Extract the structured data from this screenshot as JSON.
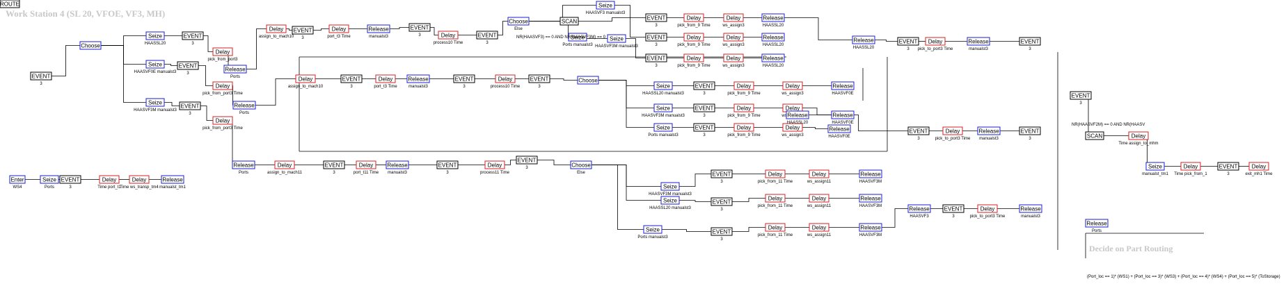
{
  "diagram": {
    "title": "Work Station 4 (SL 20, VFOE, VF3, MH)",
    "section_label": "Decide on Part Routing",
    "route_label": "ROUTE",
    "route_formula": "(Port_loc == 1)* (WS1) + (Port_loc == 3)* (WS3) + (Port_loc == 4)* (WS4) + (Port_loc == 5)* (ToStorage)",
    "scan_condition_1": "NR(HAASVF3) == 0 AND NR(HAASVF3M) == 0",
    "scan_condition_2": "NR(HAASVF2M) == 0 AND NR(HAASV",
    "port_loc_label": "Port_loc"
  },
  "colors": {
    "seize": "#1b1bd6",
    "delay": "#d62020",
    "release": "#1b1bd6",
    "event": "#000000",
    "choose": "#1b1bd6",
    "enter": "#1b1bd6",
    "scan": "#000000",
    "route": "#000000"
  },
  "blocks": [
    {
      "type": "enter",
      "label": "Enter",
      "sub": "WS4"
    },
    {
      "type": "seize",
      "label": "Seize",
      "sub": "Ports"
    },
    {
      "type": "event",
      "label": "EVENT",
      "sub": "3"
    },
    {
      "type": "delay",
      "label": "Delay",
      "sub": "Time port_t1"
    },
    {
      "type": "delay",
      "label": "Delay",
      "sub": "Time ws_transp_tm4"
    },
    {
      "type": "release",
      "label": "Release",
      "sub": "manualst_tm1"
    },
    {
      "type": "event",
      "label": "EVENT",
      "sub": "3"
    },
    {
      "type": "choose",
      "label": "Choose",
      "sub": ""
    },
    {
      "type": "seize",
      "label": "Seize",
      "sub": "HAASSL20"
    },
    {
      "type": "event",
      "label": "EVENT",
      "sub": "3"
    },
    {
      "type": "seize",
      "label": "Seize",
      "sub": "HAASVF0E manualst3"
    },
    {
      "type": "event",
      "label": "EVENT",
      "sub": "3"
    },
    {
      "type": "seize",
      "label": "Seize",
      "sub": "HAASVF3M manualst3"
    },
    {
      "type": "event",
      "label": "EVENT",
      "sub": "3"
    },
    {
      "type": "delay",
      "label": "Delay",
      "sub": "pick_from_port3"
    },
    {
      "type": "release",
      "label": "Release",
      "sub": "Ports"
    },
    {
      "type": "delay",
      "label": "Delay",
      "sub": "pick_from_port3 Time"
    },
    {
      "type": "release",
      "label": "Release",
      "sub": "Ports"
    },
    {
      "type": "delay",
      "label": "Delay",
      "sub": "pick_from_port3 Time"
    },
    {
      "type": "release",
      "label": "Release",
      "sub": "Ports"
    },
    {
      "type": "delay",
      "label": "Delay",
      "sub": "assign_to_mach10"
    },
    {
      "type": "event",
      "label": "EVENT",
      "sub": "3"
    },
    {
      "type": "delay",
      "label": "Delay",
      "sub": "port_t3 Time"
    },
    {
      "type": "release",
      "label": "Release",
      "sub": "manualst3"
    },
    {
      "type": "event",
      "label": "EVENT",
      "sub": "3"
    },
    {
      "type": "delay",
      "label": "Delay",
      "sub": "process10 Time"
    },
    {
      "type": "event",
      "label": "EVENT",
      "sub": "3"
    },
    {
      "type": "choose",
      "label": "Choose",
      "sub": "Else"
    },
    {
      "type": "scan",
      "label": "SCAN",
      "sub": ""
    },
    {
      "type": "seize",
      "label": "Seize",
      "sub": "HAASVF3 manualst3"
    },
    {
      "type": "seize",
      "label": "Seize",
      "sub": "HAASVF3M manualst3"
    },
    {
      "type": "seize",
      "label": "Seize",
      "sub": "Ports manualst3"
    },
    {
      "type": "event",
      "label": "EVENT",
      "sub": "3"
    },
    {
      "type": "event",
      "label": "EVENT",
      "sub": "3"
    },
    {
      "type": "event",
      "label": "EVENT",
      "sub": "3"
    },
    {
      "type": "delay",
      "label": "Delay",
      "sub": "pick_from_9 Time"
    },
    {
      "type": "delay",
      "label": "Delay",
      "sub": "pick_from_9 Time"
    },
    {
      "type": "delay",
      "label": "Delay",
      "sub": "pick_from_9 Time"
    },
    {
      "type": "delay",
      "label": "Delay",
      "sub": "ws_assign3"
    },
    {
      "type": "delay",
      "label": "Delay",
      "sub": "ws_assign3"
    },
    {
      "type": "delay",
      "label": "Delay",
      "sub": "ws_assign3"
    },
    {
      "type": "release",
      "label": "Release",
      "sub": "HAASSL20"
    },
    {
      "type": "release",
      "label": "Release",
      "sub": "HAASSL20"
    },
    {
      "type": "release",
      "label": "Release",
      "sub": "HAASSL20"
    },
    {
      "type": "delay",
      "label": "Delay",
      "sub": "assign_to_mach10"
    },
    {
      "type": "event",
      "label": "EVENT",
      "sub": "3"
    },
    {
      "type": "delay",
      "label": "Delay",
      "sub": "port_t3 Time"
    },
    {
      "type": "release",
      "label": "Release",
      "sub": "manualst3"
    },
    {
      "type": "event",
      "label": "EVENT",
      "sub": "3"
    },
    {
      "type": "delay",
      "label": "Delay",
      "sub": "process10 Time"
    },
    {
      "type": "event",
      "label": "EVENT",
      "sub": "3"
    },
    {
      "type": "choose",
      "label": "Choose",
      "sub": ""
    },
    {
      "type": "seize",
      "label": "Seize",
      "sub": "HAASSL20 manualst3"
    },
    {
      "type": "seize",
      "label": "Seize",
      "sub": "HAASVF3M manualst3"
    },
    {
      "type": "seize",
      "label": "Seize",
      "sub": "Ports manualst3"
    },
    {
      "type": "event",
      "label": "EVENT",
      "sub": "3"
    },
    {
      "type": "event",
      "label": "EVENT",
      "sub": "3"
    },
    {
      "type": "event",
      "label": "EVENT",
      "sub": "3"
    },
    {
      "type": "delay",
      "label": "Delay",
      "sub": "pick_from_9 Time"
    },
    {
      "type": "delay",
      "label": "Delay",
      "sub": "pick_from_9 Time"
    },
    {
      "type": "delay",
      "label": "Delay",
      "sub": "pick_from_9 Time"
    },
    {
      "type": "delay",
      "label": "Delay",
      "sub": "ws_assign3"
    },
    {
      "type": "delay",
      "label": "Delay",
      "sub": "ws_assign3"
    },
    {
      "type": "delay",
      "label": "Delay",
      "sub": "ws_assign3"
    },
    {
      "type": "release",
      "label": "Release",
      "sub": "HAASVF0E"
    },
    {
      "type": "release",
      "label": "Release",
      "sub": "HAASVF0E"
    },
    {
      "type": "release",
      "label": "Release",
      "sub": "HAASVF0E"
    },
    {
      "type": "release",
      "label": "Release",
      "sub": "HAASSL20"
    },
    {
      "type": "event",
      "label": "EVENT",
      "sub": "3"
    },
    {
      "type": "delay",
      "label": "Delay",
      "sub": "pick_to_port3 Time"
    },
    {
      "type": "release",
      "label": "Release",
      "sub": "manualst3"
    },
    {
      "type": "event",
      "label": "EVENT",
      "sub": "3"
    },
    {
      "type": "delay",
      "label": "Delay",
      "sub": "assign_to_mach11"
    },
    {
      "type": "event",
      "label": "EVENT",
      "sub": "3"
    },
    {
      "type": "delay",
      "label": "Delay",
      "sub": "port_t11 Time"
    },
    {
      "type": "release",
      "label": "Release",
      "sub": "manualst3"
    },
    {
      "type": "event",
      "label": "EVENT",
      "sub": "3"
    },
    {
      "type": "delay",
      "label": "Delay",
      "sub": "process11 Time"
    },
    {
      "type": "event",
      "label": "EVENT",
      "sub": "3"
    },
    {
      "type": "choose",
      "label": "Choose",
      "sub": "Else"
    },
    {
      "type": "seize",
      "label": "Seize",
      "sub": "HAASVF3M manualst3"
    },
    {
      "type": "seize",
      "label": "Seize",
      "sub": "HAASSL20 manualst3"
    },
    {
      "type": "seize",
      "label": "Seize",
      "sub": "Ports manualst3"
    },
    {
      "type": "event",
      "label": "EVENT",
      "sub": "3"
    },
    {
      "type": "event",
      "label": "EVENT",
      "sub": "3"
    },
    {
      "type": "event",
      "label": "EVENT",
      "sub": "3"
    },
    {
      "type": "delay",
      "label": "Delay",
      "sub": "pick_from_11 Time"
    },
    {
      "type": "delay",
      "label": "Delay",
      "sub": "pick_from_11 Time"
    },
    {
      "type": "delay",
      "label": "Delay",
      "sub": "pick_from_11 Time"
    },
    {
      "type": "delay",
      "label": "Delay",
      "sub": "ws_assign11"
    },
    {
      "type": "delay",
      "label": "Delay",
      "sub": "ws_assign11"
    },
    {
      "type": "delay",
      "label": "Delay",
      "sub": "ws_assign11"
    },
    {
      "type": "release",
      "label": "Release",
      "sub": "HAASVF3M"
    },
    {
      "type": "release",
      "label": "Release",
      "sub": "HAASVF3M"
    },
    {
      "type": "release",
      "label": "Release",
      "sub": "HAASVF3M"
    },
    {
      "type": "release",
      "label": "Release",
      "sub": "HAASSL20"
    },
    {
      "type": "event",
      "label": "EVENT",
      "sub": "3"
    },
    {
      "type": "delay",
      "label": "Delay",
      "sub": "pick_to_port3 Time"
    },
    {
      "type": "release",
      "label": "Release",
      "sub": "manualst3"
    },
    {
      "type": "event",
      "label": "EVENT",
      "sub": "3"
    },
    {
      "type": "release",
      "label": "Release",
      "sub": "HAASVF3"
    },
    {
      "type": "event",
      "label": "EVENT",
      "sub": "3"
    },
    {
      "type": "delay",
      "label": "Delay",
      "sub": "pick_to_port3 Time"
    },
    {
      "type": "release",
      "label": "Release",
      "sub": "manualst3"
    },
    {
      "type": "event",
      "label": "EVENT",
      "sub": "3"
    },
    {
      "type": "scan",
      "label": "SCAN",
      "sub": ""
    },
    {
      "type": "delay",
      "label": "Delay",
      "sub": "Time assign_to_mhm"
    },
    {
      "type": "seize",
      "label": "Seize",
      "sub": "manualst_tm1"
    },
    {
      "type": "delay",
      "label": "Delay",
      "sub": "Time pick_from_1"
    },
    {
      "type": "event",
      "label": "EVENT",
      "sub": "3"
    },
    {
      "type": "delay",
      "label": "Delay",
      "sub": "exit_mh1 Time"
    },
    {
      "type": "release",
      "label": "Release",
      "sub": "Ports"
    },
    {
      "type": "route",
      "label": "ROUTE",
      "sub": ""
    }
  ]
}
